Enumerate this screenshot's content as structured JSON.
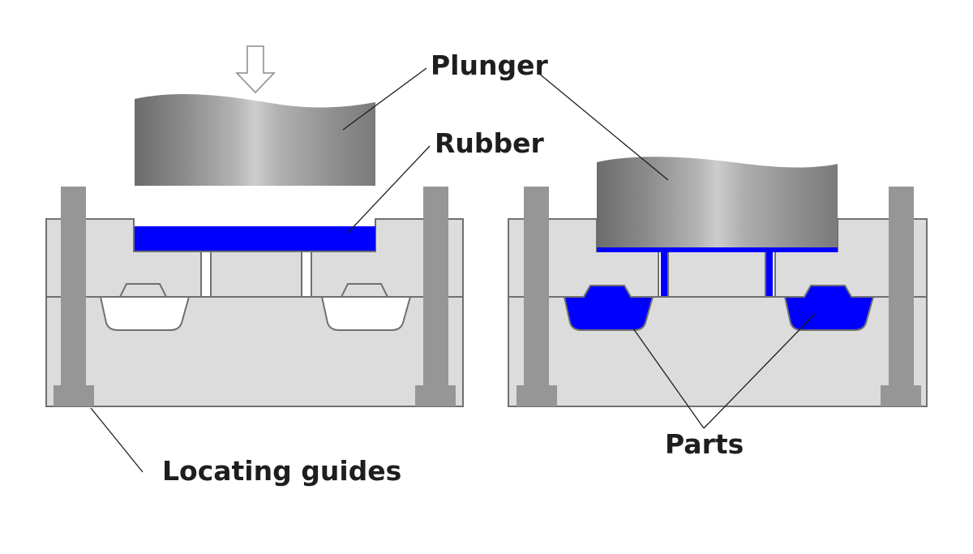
{
  "labels": {
    "plunger": "Plunger",
    "rubber": "Rubber",
    "locating_guides": "Locating guides",
    "parts": "Parts"
  },
  "colors": {
    "rubber": "#0000ff",
    "mold_fill": "#dcdcdc",
    "mold_outline": "#707070",
    "guide": "#969696",
    "background": "#ffffff"
  },
  "icons": {
    "press_direction": "down-arrow-icon"
  }
}
